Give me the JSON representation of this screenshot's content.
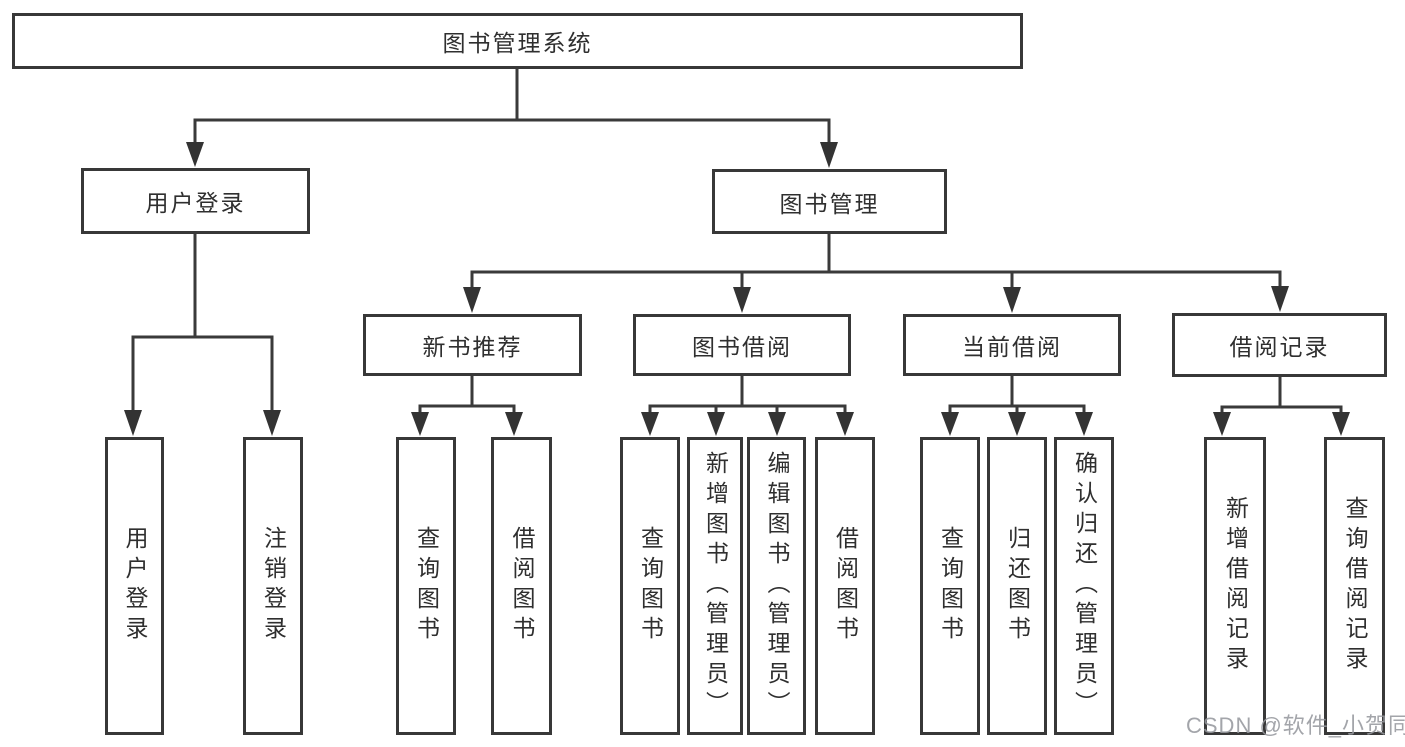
{
  "root": {
    "label": "图书管理系统"
  },
  "branches": [
    {
      "label": "用户登录",
      "children": [
        "用户登录",
        "注销登录"
      ]
    },
    {
      "label": "图书管理",
      "modules": [
        {
          "label": "新书推荐",
          "children": [
            "查询图书",
            "借阅图书"
          ]
        },
        {
          "label": "图书借阅",
          "children": [
            "查询图书",
            "新增图书（管理员）",
            "编辑图书（管理员）",
            "借阅图书"
          ]
        },
        {
          "label": "当前借阅",
          "children": [
            "查询图书",
            "归还图书",
            "确认归还（管理员）"
          ]
        },
        {
          "label": "借阅记录",
          "children": [
            "新增借阅记录",
            "查询借阅记录"
          ]
        }
      ]
    }
  ],
  "watermark": "CSDN @软件_小贺同学",
  "colors": {
    "line": "#3a3a3a",
    "border": "#383838",
    "text": "#2f2f2f",
    "watermark": "#9699a0",
    "background": "#ffffff"
  }
}
